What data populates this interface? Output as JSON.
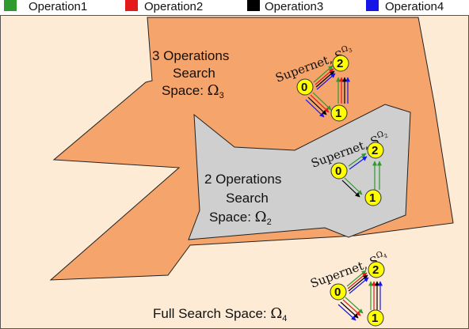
{
  "legend": [
    {
      "label": "Operation1",
      "color": "#2f9a2f"
    },
    {
      "label": "Operation2",
      "color": "#e3191c"
    },
    {
      "label": "Operation3",
      "color": "#000000"
    },
    {
      "label": "Operation4",
      "color": "#1515e8"
    }
  ],
  "colors": {
    "outer_space": "#fdebd6",
    "omega3_region": "#f5a46b",
    "omega2_region": "#cfcfcf",
    "node_fill": "#ffff00"
  },
  "regions": {
    "omega4": {
      "line1": "Full Search Space: ",
      "symbol": "Ω",
      "subscript": "4"
    },
    "omega3": {
      "line1": "3 Operations",
      "line2": "Search",
      "line3": "Space: ",
      "symbol": "Ω",
      "subscript": "3"
    },
    "omega2": {
      "line1": "2 Operations",
      "line2": "Search",
      "line3": "Space: ",
      "symbol": "Ω",
      "subscript": "2"
    }
  },
  "supernets": [
    {
      "prefix": "Supernet, S",
      "sup_symbol": "Ω",
      "sup_subscript": "3",
      "nodes": [
        "0",
        "1",
        "2"
      ]
    },
    {
      "prefix": "Supernet, S",
      "sup_symbol": "Ω",
      "sup_subscript": "2",
      "nodes": [
        "0",
        "1",
        "2"
      ]
    },
    {
      "prefix": "Supernet, S",
      "sup_symbol": "Ω",
      "sup_subscript": "4",
      "nodes": [
        "0",
        "1",
        "2"
      ]
    }
  ]
}
